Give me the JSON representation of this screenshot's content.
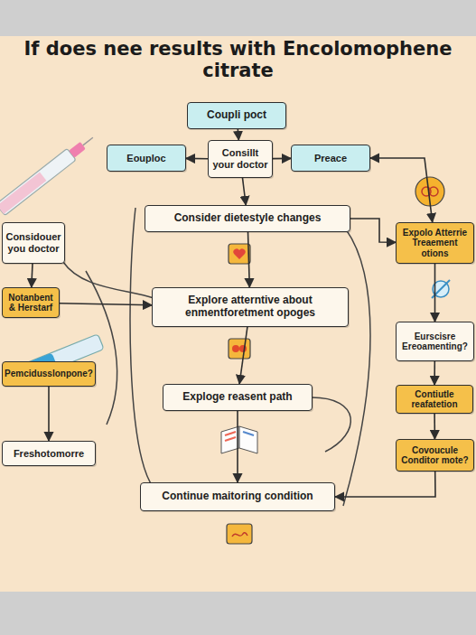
{
  "diagram": {
    "title": "If does nee results with Encolomophene citrate",
    "nodes": [
      {
        "text": [
          "Coupli poct"
        ]
      },
      {
        "text": [
          "Eouploc"
        ]
      },
      {
        "text": [
          "Consillt your doctor"
        ]
      },
      {
        "text": [
          "Preace"
        ]
      },
      {
        "text": [
          "Consider dietestyle changes"
        ]
      },
      {
        "text": [
          "Considouer you doctor"
        ]
      },
      {
        "text": [
          "Expolo Atterrie Treaement otions"
        ]
      },
      {
        "text": [
          "Notanbent & Herstarf"
        ]
      },
      {
        "text": [
          "Explore atterntive about enmentforetment opoges"
        ]
      },
      {
        "text": [
          "Eurscisre Ereoamenting?"
        ]
      },
      {
        "text": [
          "Pemcidusslonpone?"
        ]
      },
      {
        "text": [
          "Exploge reasent path"
        ]
      },
      {
        "text": [
          "Contiutle reafatetion"
        ]
      },
      {
        "text": [
          "Freshotomorre"
        ]
      },
      {
        "text": [
          "Covoucule Conditor mote?"
        ]
      },
      {
        "text": [
          "Continue maitoring condition"
        ]
      }
    ],
    "edges": [
      {
        "from": 0,
        "to": 2,
        "arrow": "to"
      },
      {
        "from": 2,
        "to": 1,
        "arrow": "to"
      },
      {
        "from": 2,
        "to": 3,
        "arrow": "to"
      },
      {
        "from": 2,
        "to": 4,
        "arrow": "to"
      },
      {
        "from": 4,
        "to": 8,
        "arrow": "to"
      },
      {
        "from": 8,
        "to": 11,
        "arrow": "to"
      },
      {
        "from": 11,
        "to": 15,
        "arrow": "to"
      },
      {
        "from": 3,
        "to": 6,
        "arrow": "both"
      },
      {
        "from": 4,
        "to": 6,
        "arrow": "to"
      },
      {
        "from": 6,
        "to": 9,
        "arrow": "to"
      },
      {
        "from": 9,
        "to": 12,
        "arrow": "to"
      },
      {
        "from": 12,
        "to": 14,
        "arrow": "to"
      },
      {
        "from": 5,
        "to": 7,
        "arrow": "to"
      },
      {
        "from": 7,
        "to": 8,
        "arrow": "to"
      },
      {
        "from": 10,
        "to": 13,
        "arrow": "to"
      },
      {
        "from": 14,
        "to": 15,
        "arrow": "to"
      }
    ]
  }
}
